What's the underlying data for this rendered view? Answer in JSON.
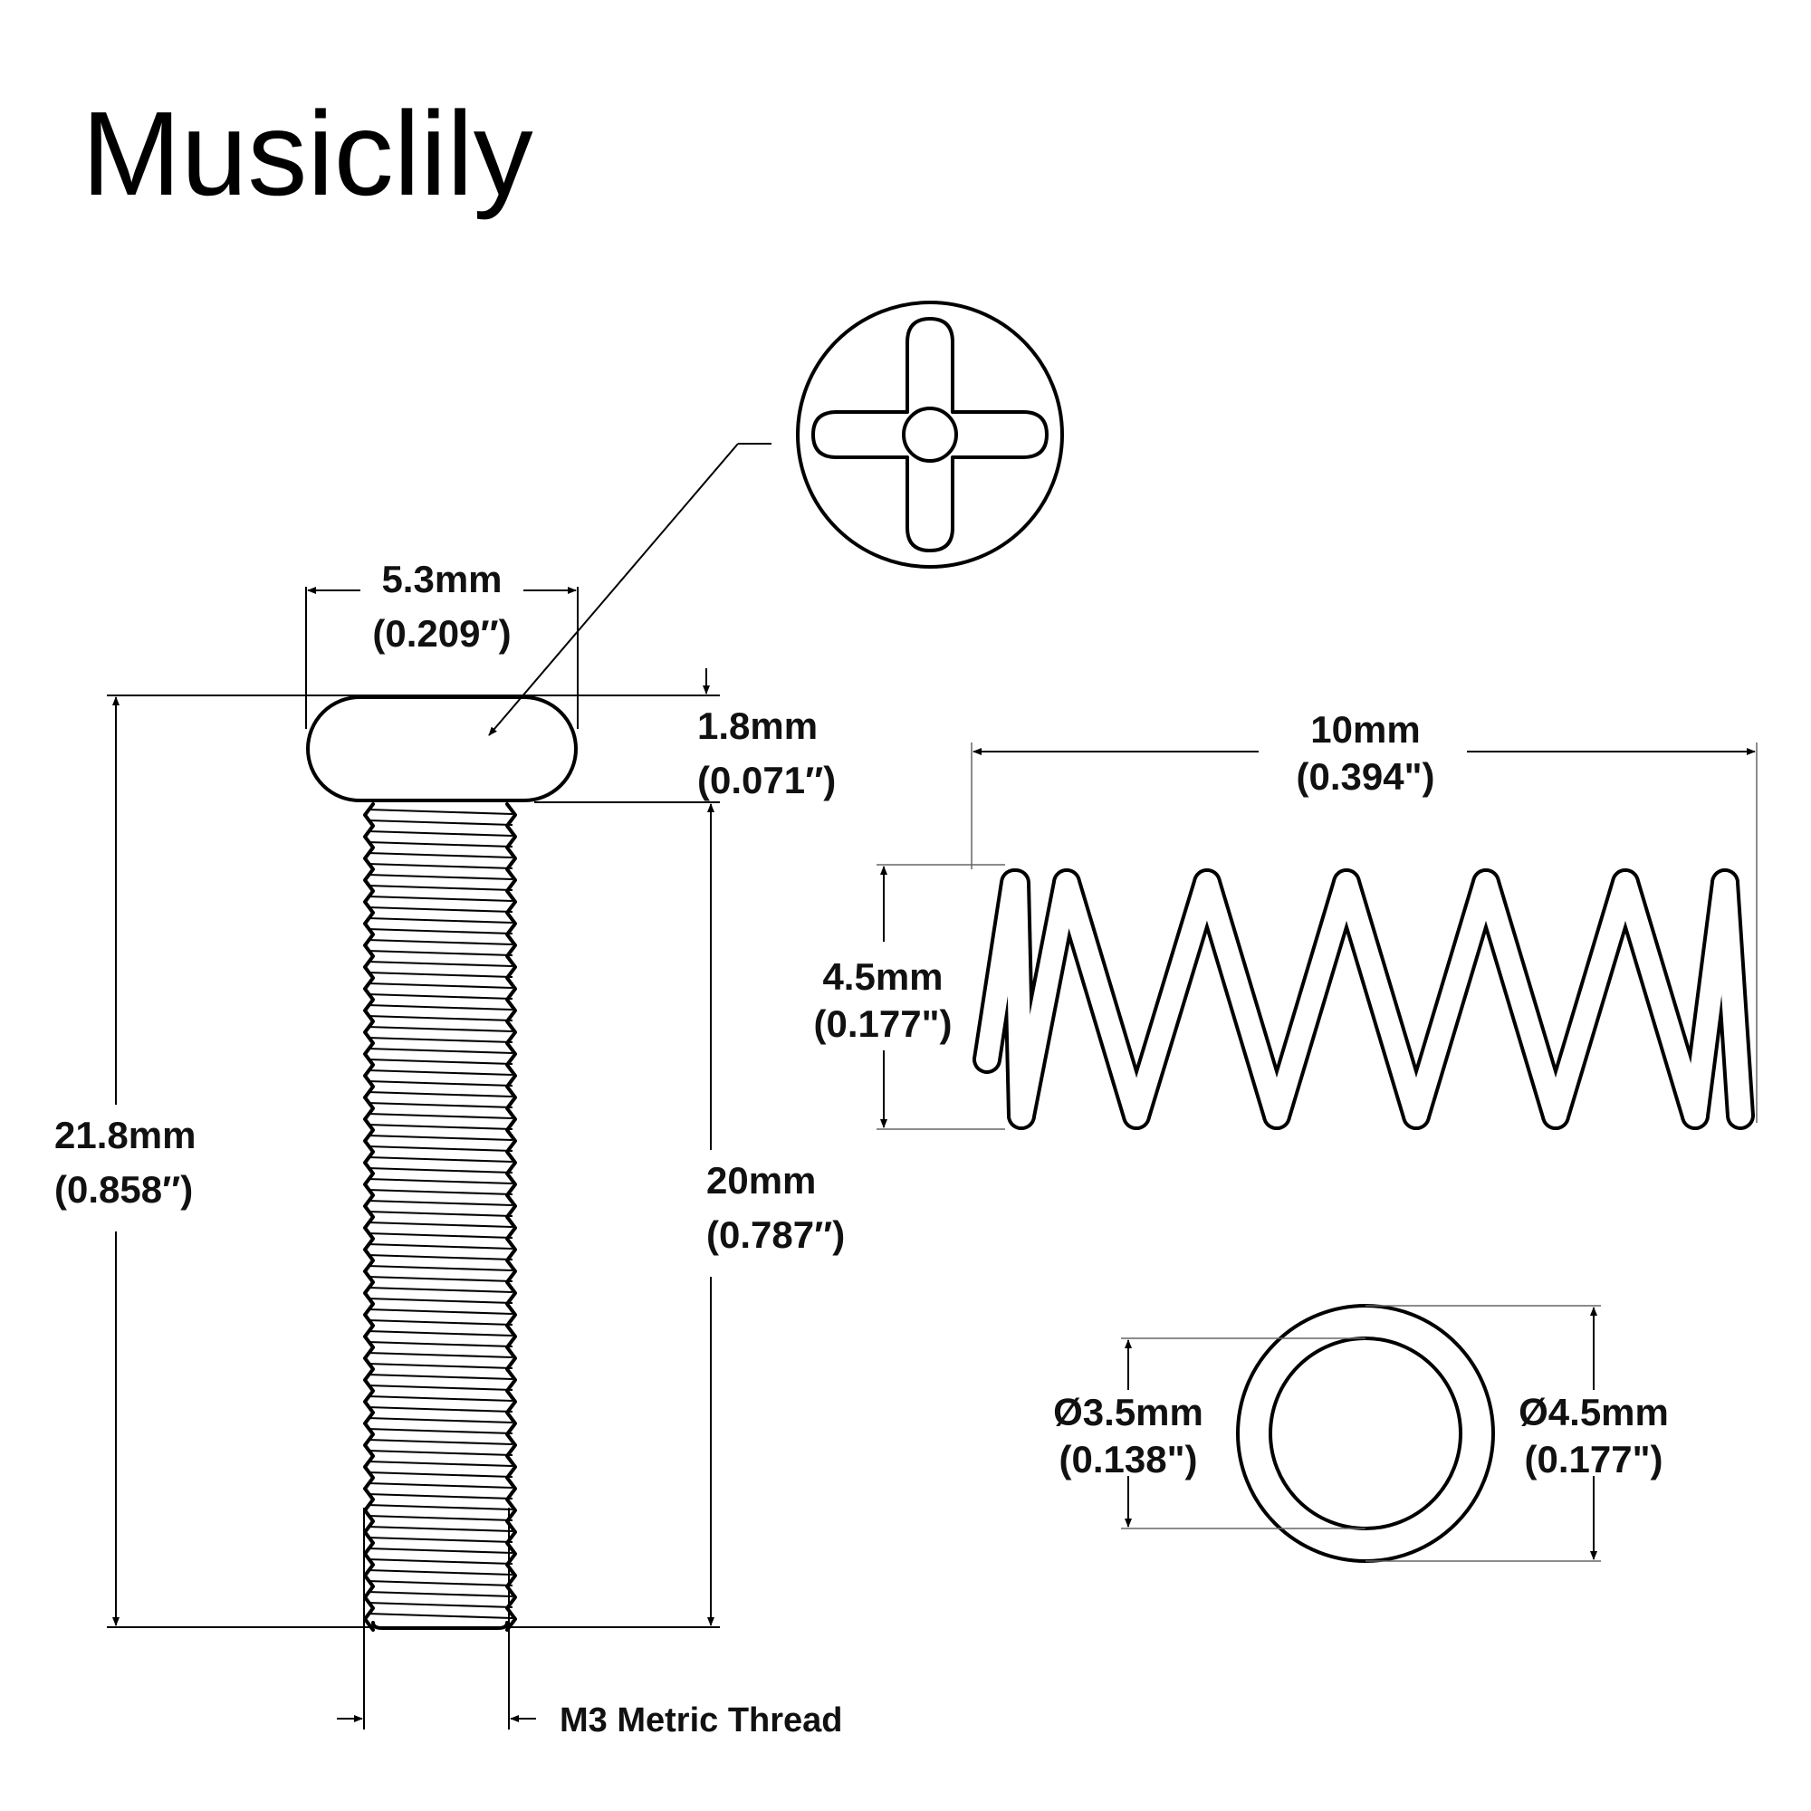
{
  "brand": "Musiclily",
  "screw": {
    "head_width_mm": "5.3mm",
    "head_width_in": "(0.209″)",
    "head_height_mm": "1.8mm",
    "head_height_in": "(0.071″)",
    "total_length_mm": "21.8mm",
    "total_length_in": "(0.858″)",
    "thread_length_mm": "20mm",
    "thread_length_in": "(0.787″)",
    "thread_label": "M3 Metric Thread"
  },
  "spring": {
    "length_mm": "10mm",
    "length_in": "(0.394\")",
    "diameter_mm": "4.5mm",
    "diameter_in": "(0.177\")"
  },
  "ring": {
    "inner_mm": "Ø3.5mm",
    "inner_in": "(0.138\")",
    "outer_mm": "Ø4.5mm",
    "outer_in": "(0.177\")"
  }
}
